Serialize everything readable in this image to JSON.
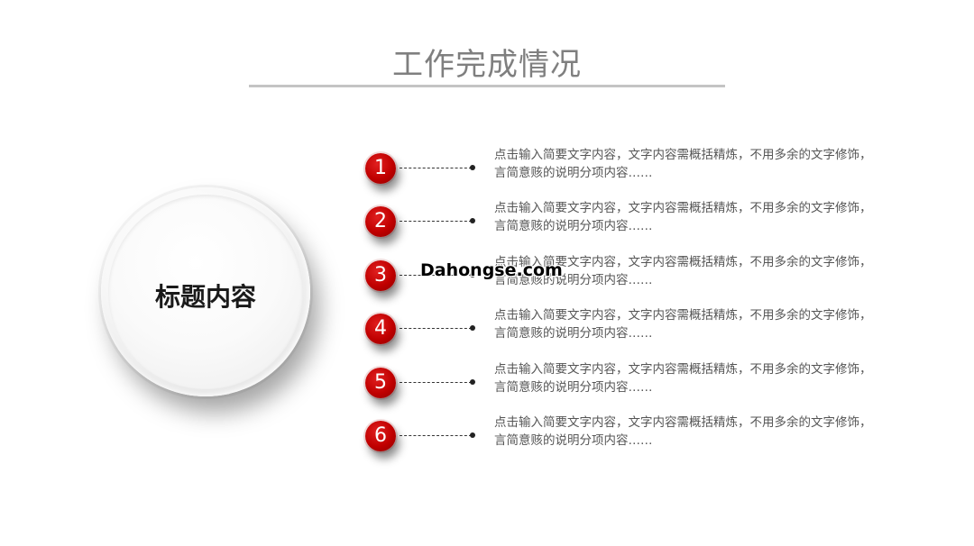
{
  "slide": {
    "title": "工作完成情况",
    "center_label": "标题内容",
    "items": [
      {
        "number": "1",
        "text": "点击输入简要文字内容，文字内容需概括精炼，不用多余的文字修饰，言简意赅的说明分项内容……"
      },
      {
        "number": "2",
        "text": "点击输入简要文字内容，文字内容需概括精炼，不用多余的文字修饰，言简意赅的说明分项内容……"
      },
      {
        "number": "3",
        "text": "点击输入简要文字内容，文字内容需概括精炼，不用多余的文字修饰，言简意赅的说明分项内容……"
      },
      {
        "number": "4",
        "text": "点击输入简要文字内容，文字内容需概括精炼，不用多余的文字修饰，言简意赅的说明分项内容……"
      },
      {
        "number": "5",
        "text": "点击输入简要文字内容，文字内容需概括精炼，不用多余的文字修饰，言简意赅的说明分项内容……"
      },
      {
        "number": "6",
        "text": "点击输入简要文字内容，文字内容需概括精炼，不用多余的文字修饰，言简意赅的说明分项内容……"
      }
    ],
    "watermark": "Dahongse.com"
  },
  "colors": {
    "accent": "#c00000",
    "title": "#7f7f7f",
    "body_text": "#555555"
  }
}
